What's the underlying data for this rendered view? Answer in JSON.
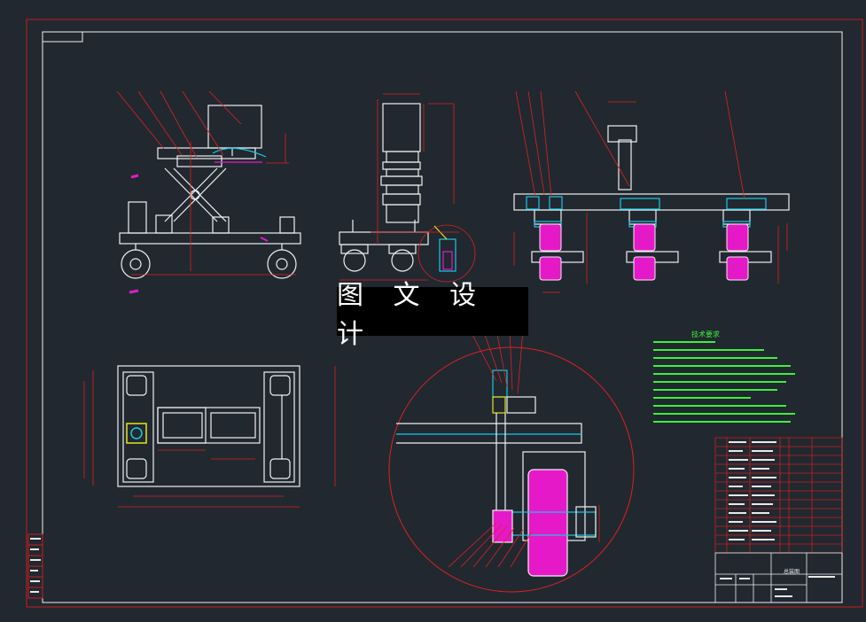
{
  "watermark_text": "图 文 设 计",
  "notes_title": "技术要求",
  "title_block_name": "总装图",
  "colors": {
    "background": "#212830",
    "border_red": "#c81e1e",
    "frame_white": "#f0f0f0",
    "leader_red": "#e02020",
    "notes_green": "#3cf03c",
    "part_cyan": "#19c8e6",
    "wheel_magenta": "#e619c8",
    "accent_yellow": "#e6e619"
  }
}
